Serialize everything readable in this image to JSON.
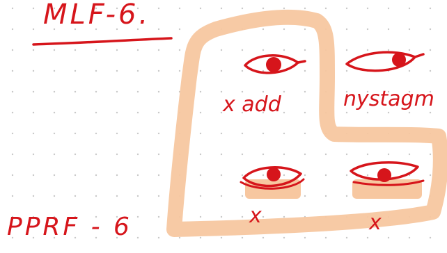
{
  "canvas": {
    "background": "#ffffff",
    "grid_dot_color": "#c8c8c8",
    "ink_color": "#d6151b",
    "highlight_color": "#f7c7a0"
  },
  "handwriting": {
    "heading": "MLF-6.",
    "label_adduction": "x add",
    "label_nystagmus": "nystagm",
    "mark_left_lower": "x",
    "mark_right_lower": "x",
    "bottom_label": "PPRF - 6"
  }
}
